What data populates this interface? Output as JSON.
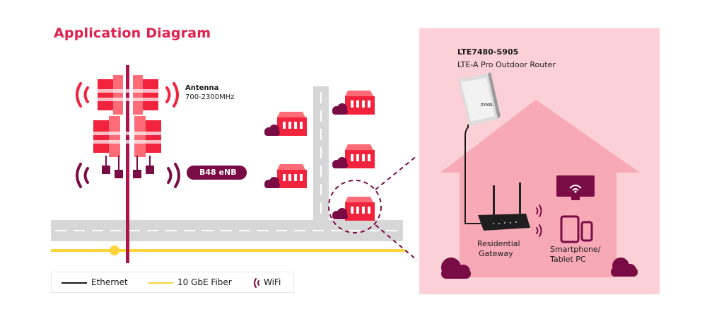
{
  "title": "Application Diagram",
  "router": {
    "name": "LTE7480-S905",
    "description": "LTE-A Pro Outdoor Router",
    "brand": "ZYXEL"
  },
  "antenna": {
    "name": "Antenna",
    "freq": "700-2300MHz"
  },
  "enb_label": "B48 eNB",
  "gateway_label": [
    "Residential",
    "Gateway"
  ],
  "devices_label": [
    "Smartphone/",
    "Tablet PC"
  ],
  "legend": {
    "ethernet": "Ethernet",
    "fiber": "10 GbE Fiber",
    "wifi": "WiFi"
  },
  "colors": {
    "accent": "#e0204d",
    "building": "#f2243d",
    "dark_purple": "#7a0c45",
    "fiber": "#ffd43b",
    "road": "#d7d7d7",
    "panel": "#fbd0d6",
    "house": "#f7a9b6"
  }
}
